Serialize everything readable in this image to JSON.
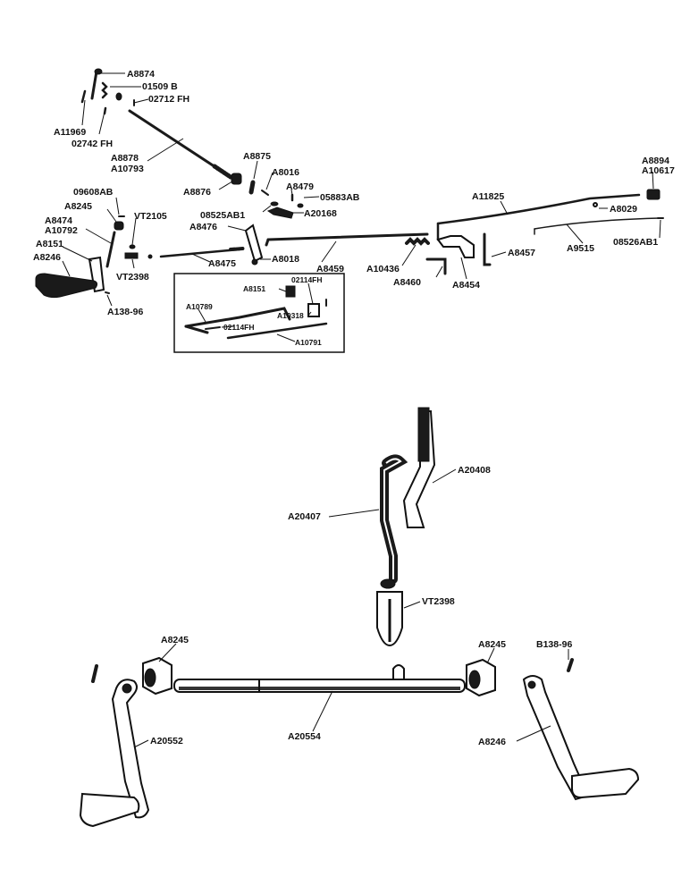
{
  "labels": {
    "A8874": "A8874",
    "01509B": "01509 B",
    "02712FH": "02712 FH",
    "A11969": "A11969",
    "02742FH": "02742 FH",
    "A8878_A10793_1": "A8878",
    "A8878_A10793_2": "A10793",
    "A8876": "A8876",
    "A8875": "A8875",
    "A8016": "A8016",
    "A8479": "A8479",
    "05883AB": "05883AB",
    "08525AB1": "08525AB1",
    "A20168": "A20168",
    "A8476": "A8476",
    "A8018": "A8018",
    "A8459": "A8459",
    "09608AB": "09608AB",
    "A8245_top": "A8245",
    "VT2105": "VT2105",
    "A8474": "A8474",
    "A10792": "A10792",
    "A8151": "A8151",
    "A8246_top": "A8246",
    "VT2398_top": "VT2398",
    "A8475": "A8475",
    "A138_96": "A138-96",
    "A8894": "A8894",
    "A10617": "A10617",
    "A11825": "A11825",
    "A8029": "A8029",
    "A9515": "A9515",
    "08526AB1": "08526AB1",
    "A10436": "A10436",
    "A8460": "A8460",
    "A8454": "A8454",
    "A8457": "A8457",
    "inset_A8151": "A8151",
    "inset_02114FH_1": "02114FH",
    "inset_A10789": "A10789",
    "inset_A10318": "A10318",
    "inset_02114FH_2": "02114FH",
    "inset_A10791": "A10791",
    "A20408": "A20408",
    "A20407": "A20407",
    "VT2398_bottom": "VT2398",
    "A8245_left": "A8245",
    "A8245_right": "A8245",
    "B138_96": "B138-96",
    "A20552": "A20552",
    "A20554": "A20554",
    "A8246_bottom": "A8246"
  }
}
